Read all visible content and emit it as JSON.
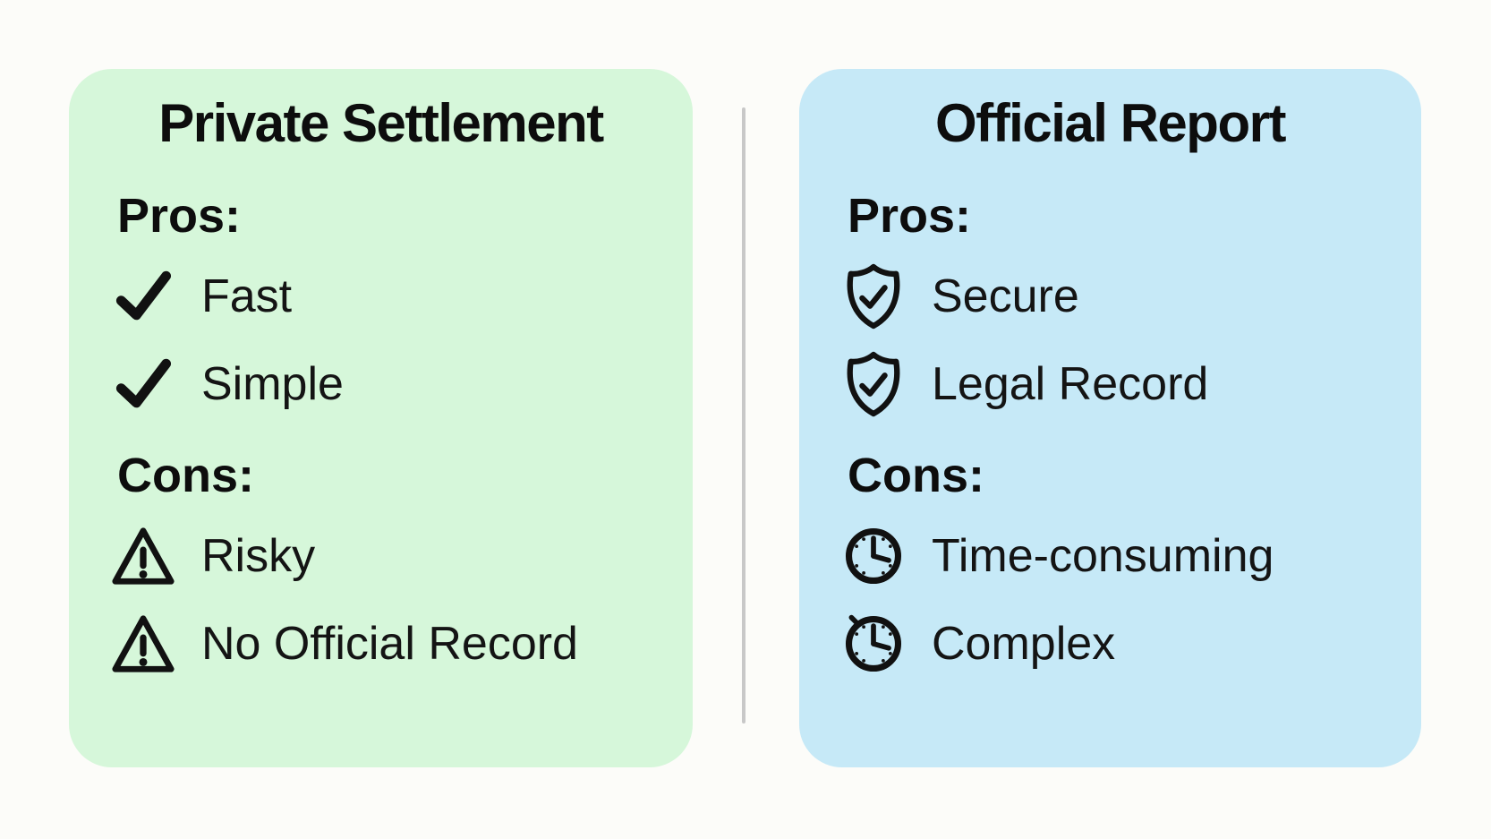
{
  "page": {
    "background_color": "#fcfcf9",
    "divider_color": "#c8c8c8",
    "text_color": "#0e0e0e",
    "icon_color": "#111111"
  },
  "cards": [
    {
      "title": "Private Settlement",
      "background_color": "#d6f7da",
      "pros_label": "Pros:",
      "cons_label": "Cons:",
      "pros": [
        {
          "icon": "check-icon",
          "label": "Fast"
        },
        {
          "icon": "check-icon",
          "label": "Simple"
        }
      ],
      "cons": [
        {
          "icon": "warning-icon",
          "label": "Risky"
        },
        {
          "icon": "warning-icon",
          "label": "No Official Record"
        }
      ]
    },
    {
      "title": "Official Report",
      "background_color": "#c6e9f7",
      "pros_label": "Pros:",
      "cons_label": "Cons:",
      "pros": [
        {
          "icon": "shield-check-icon",
          "label": "Secure"
        },
        {
          "icon": "shield-check-icon",
          "label": "Legal Record"
        }
      ],
      "cons": [
        {
          "icon": "clock-icon",
          "label": "Time-consuming"
        },
        {
          "icon": "stopwatch-clock-icon",
          "label": "Complex"
        }
      ]
    }
  ]
}
